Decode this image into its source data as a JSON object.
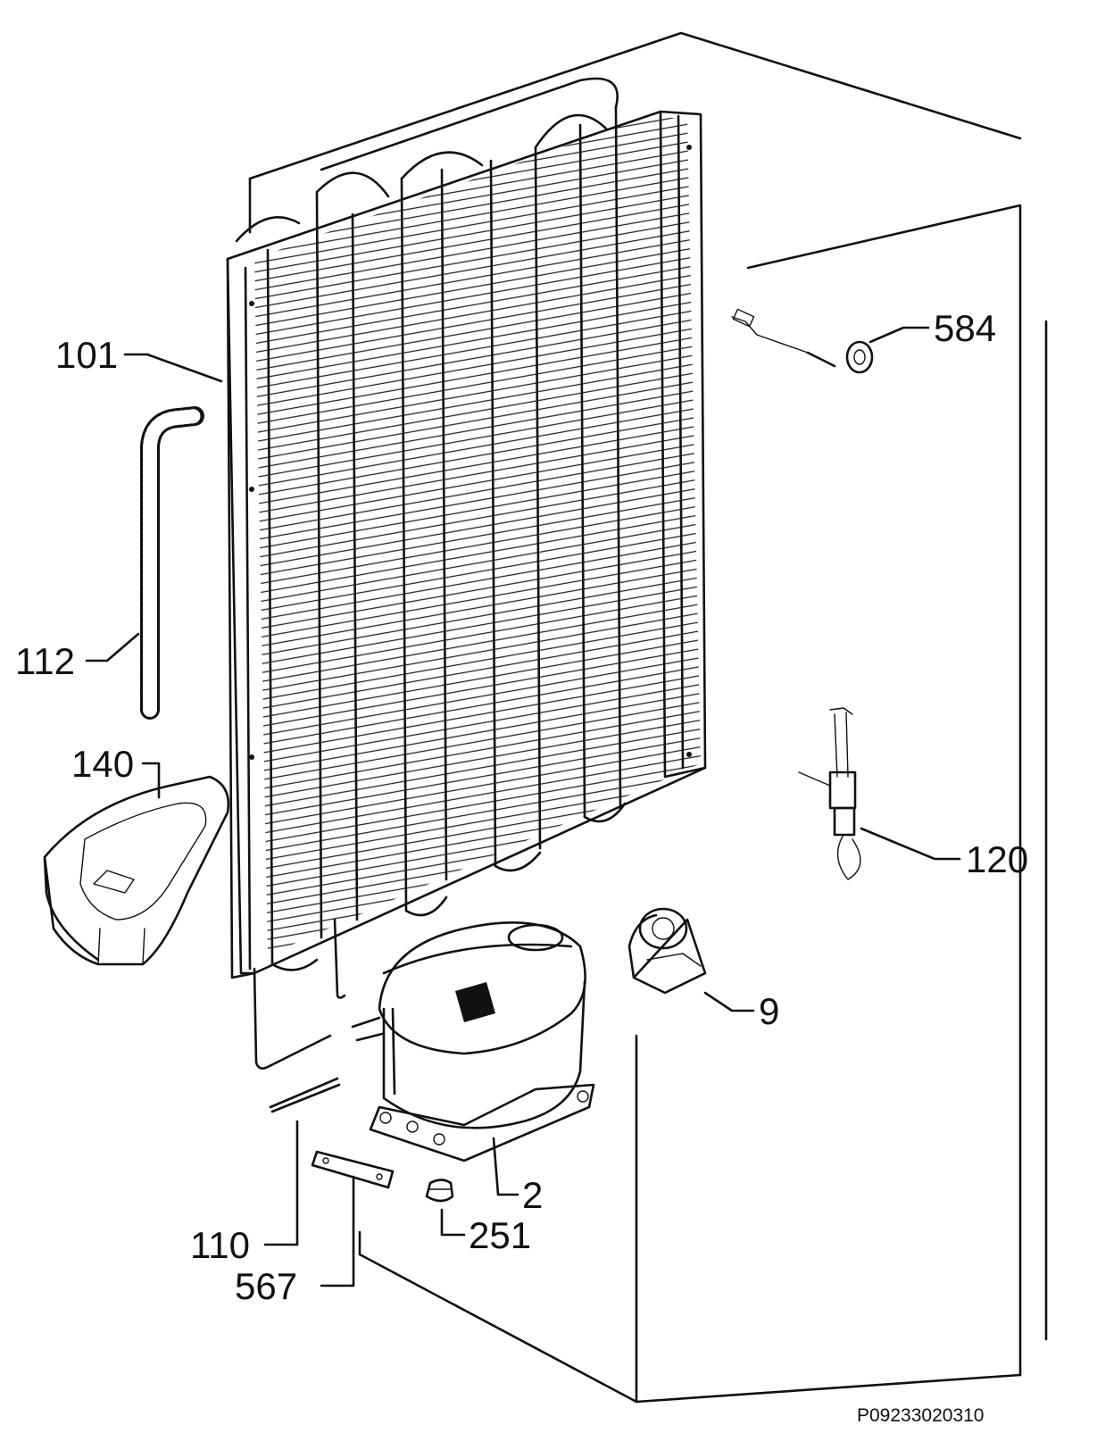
{
  "diagram": {
    "drawing_code": "P09233020310",
    "callouts": [
      {
        "id": "101",
        "label": "101",
        "part": "condenser"
      },
      {
        "id": "112",
        "label": "112",
        "part": "drain-hose"
      },
      {
        "id": "140",
        "label": "140",
        "part": "evaporating-tray"
      },
      {
        "id": "584",
        "label": "584",
        "part": "ground-wire"
      },
      {
        "id": "120",
        "label": "120",
        "part": "start-relay"
      },
      {
        "id": "9",
        "label": "9",
        "part": "relay-cover"
      },
      {
        "id": "2",
        "label": "2",
        "part": "compressor"
      },
      {
        "id": "251",
        "label": "251",
        "part": "compressor-grommet"
      },
      {
        "id": "110",
        "label": "110",
        "part": "filler-tube"
      },
      {
        "id": "567",
        "label": "567",
        "part": "mounting-bracket"
      }
    ]
  }
}
